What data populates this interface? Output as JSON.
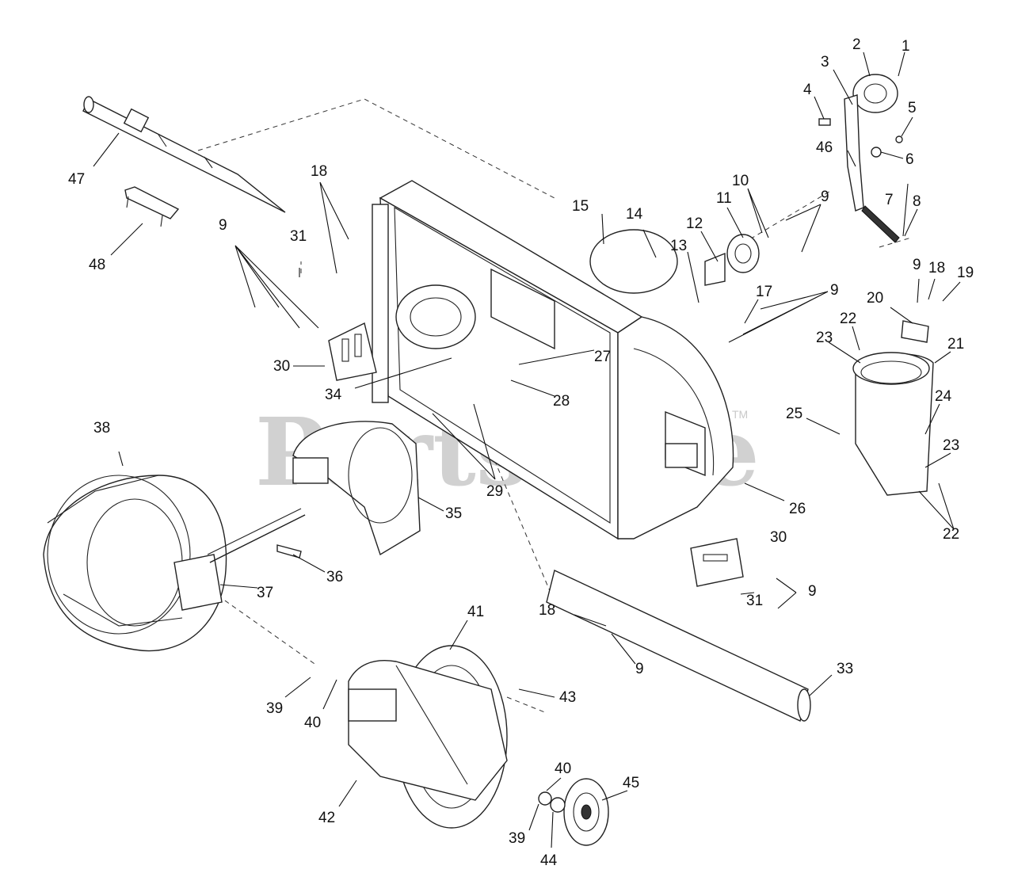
{
  "watermark": {
    "text": "PartsTree",
    "trademark": "TM"
  },
  "callouts": [
    "1",
    "2",
    "3",
    "4",
    "5",
    "6",
    "7",
    "8",
    "9",
    "10",
    "11",
    "12",
    "13",
    "14",
    "15",
    "17",
    "18",
    "19",
    "20",
    "21",
    "22",
    "23",
    "24",
    "25",
    "26",
    "27",
    "28",
    "29",
    "30",
    "31",
    "33",
    "34",
    "35",
    "36",
    "37",
    "38",
    "39",
    "40",
    "41",
    "42",
    "43",
    "44",
    "45",
    "46",
    "47",
    "48"
  ],
  "colors": {
    "ink": "#111111",
    "watermark": "#c9c9c9",
    "background": "#ffffff"
  }
}
